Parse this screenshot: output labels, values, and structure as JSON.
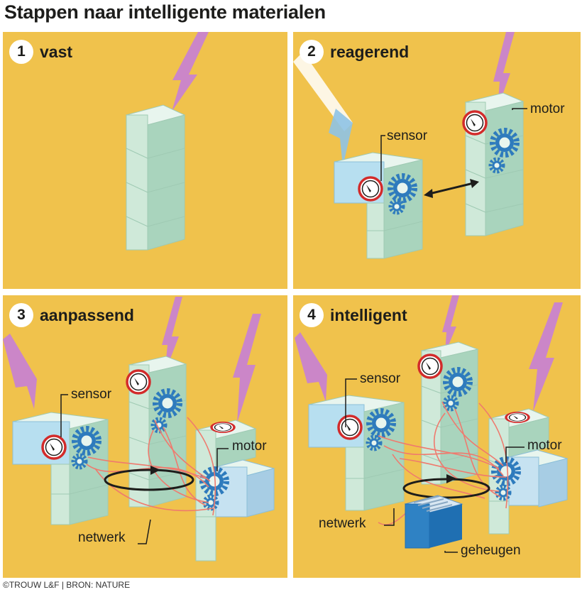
{
  "title": "Stappen naar intelligente materialen",
  "panels": [
    {
      "number": "1",
      "label": "vast"
    },
    {
      "number": "2",
      "label": "reagerend",
      "labels": {
        "sensor": "sensor",
        "motor": "motor"
      }
    },
    {
      "number": "3",
      "label": "aanpassend",
      "labels": {
        "sensor": "sensor",
        "motor": "motor",
        "network": "netwerk"
      }
    },
    {
      "number": "4",
      "label": "intelligent",
      "labels": {
        "sensor": "sensor",
        "motor": "motor",
        "network": "netwerk",
        "memory": "geheugen"
      }
    }
  ],
  "credit": "©TROUW L&F | BRON: NATURE",
  "colors": {
    "panel_background": "#f0c24c",
    "cube_front": "#cfe9d9",
    "cube_side": "#a9d4bd",
    "cube_top": "#e8f5ee",
    "sensor_cube": "#b7dff0",
    "motor_cube": "#c6e2f1",
    "gear": "#2e7bbd",
    "gauge_ring": "#d22b2b",
    "network_wire": "#ef7a6e",
    "lightning": "#c77fd6",
    "memory_block": "#1f6fb2"
  },
  "icons": [
    "lightning-icon",
    "gear-icon",
    "gauge-icon",
    "double-arrow-icon",
    "loop-arrow-icon",
    "memory-chip-icon"
  ]
}
